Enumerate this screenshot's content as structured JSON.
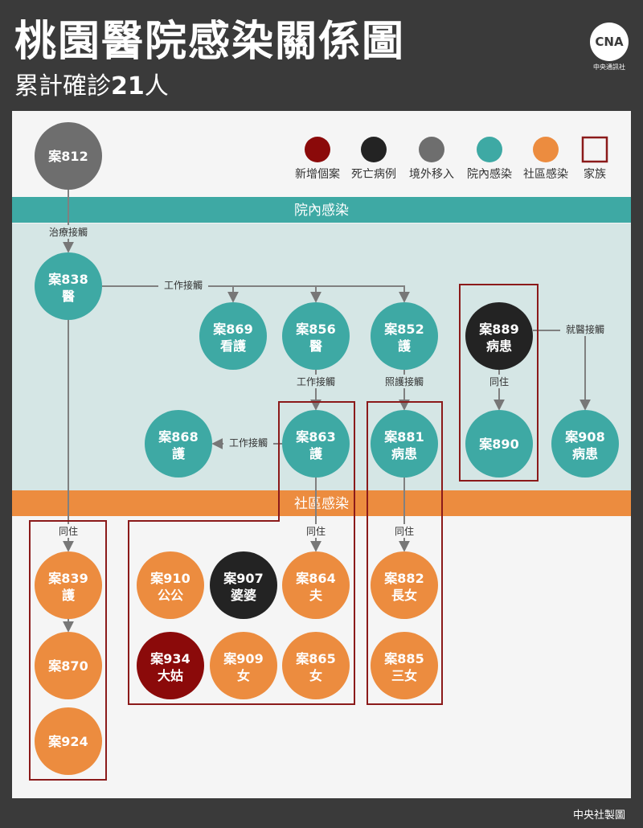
{
  "header": {
    "title": "桃園醫院感染關係圖",
    "subtitle_prefix": "累計確診",
    "subtitle_count": "21",
    "subtitle_suffix": "人"
  },
  "logo": {
    "mark": "CNA",
    "caption": "中央通訊社"
  },
  "footer": {
    "credit": "中央社製圖"
  },
  "colors": {
    "new_case": "#8b0a0a",
    "death": "#232323",
    "imported": "#6e6e6e",
    "hospital": "#3ea9a4",
    "community": "#ec8c3f",
    "family_border": "#8b1a1a",
    "hospital_zone": "#d5e6e5",
    "community_zone": "#f5f5f5"
  },
  "legend": [
    {
      "label": "新增個案",
      "color_key": "new_case",
      "shape": "circle"
    },
    {
      "label": "死亡病例",
      "color_key": "death",
      "shape": "circle"
    },
    {
      "label": "境外移入",
      "color_key": "imported",
      "shape": "circle"
    },
    {
      "label": "院內感染",
      "color_key": "hospital",
      "shape": "circle"
    },
    {
      "label": "社區感染",
      "color_key": "community",
      "shape": "circle"
    },
    {
      "label": "家族",
      "color_key": "family_border",
      "shape": "square"
    }
  ],
  "bands": {
    "hospital": "院內感染",
    "community": "社區感染"
  },
  "nodes": [
    {
      "id": "812",
      "line1": "案812",
      "line2": "",
      "type": "imported"
    },
    {
      "id": "838",
      "line1": "案838",
      "line2": "醫",
      "type": "hospital"
    },
    {
      "id": "869",
      "line1": "案869",
      "line2": "看護",
      "type": "hospital"
    },
    {
      "id": "856",
      "line1": "案856",
      "line2": "醫",
      "type": "hospital"
    },
    {
      "id": "852",
      "line1": "案852",
      "line2": "護",
      "type": "hospital"
    },
    {
      "id": "889",
      "line1": "案889",
      "line2": "病患",
      "type": "death"
    },
    {
      "id": "868",
      "line1": "案868",
      "line2": "護",
      "type": "hospital"
    },
    {
      "id": "863",
      "line1": "案863",
      "line2": "護",
      "type": "hospital"
    },
    {
      "id": "881",
      "line1": "案881",
      "line2": "病患",
      "type": "hospital"
    },
    {
      "id": "890",
      "line1": "案890",
      "line2": "",
      "type": "hospital"
    },
    {
      "id": "908",
      "line1": "案908",
      "line2": "病患",
      "type": "hospital"
    },
    {
      "id": "839",
      "line1": "案839",
      "line2": "護",
      "type": "community"
    },
    {
      "id": "910",
      "line1": "案910",
      "line2": "公公",
      "type": "community"
    },
    {
      "id": "907",
      "line1": "案907",
      "line2": "婆婆",
      "type": "death"
    },
    {
      "id": "864",
      "line1": "案864",
      "line2": "夫",
      "type": "community"
    },
    {
      "id": "882",
      "line1": "案882",
      "line2": "長女",
      "type": "community"
    },
    {
      "id": "870",
      "line1": "案870",
      "line2": "",
      "type": "community"
    },
    {
      "id": "934",
      "line1": "案934",
      "line2": "大姑",
      "type": "new_case"
    },
    {
      "id": "909",
      "line1": "案909",
      "line2": "女",
      "type": "community"
    },
    {
      "id": "865",
      "line1": "案865",
      "line2": "女",
      "type": "community"
    },
    {
      "id": "885",
      "line1": "案885",
      "line2": "三女",
      "type": "community"
    },
    {
      "id": "924",
      "line1": "案924",
      "line2": "",
      "type": "community"
    }
  ],
  "edges": [
    {
      "from": "812",
      "to": "838",
      "label": "治療接觸"
    },
    {
      "from": "838",
      "to": "869",
      "label": "工作接觸"
    },
    {
      "from": "838",
      "to": "856",
      "label": ""
    },
    {
      "from": "838",
      "to": "852",
      "label": ""
    },
    {
      "from": "856",
      "to": "863",
      "label": "工作接觸"
    },
    {
      "from": "852",
      "to": "881",
      "label": "照護接觸"
    },
    {
      "from": "863",
      "to": "868",
      "label": "工作接觸"
    },
    {
      "from": "889",
      "to": "890",
      "label": "同住"
    },
    {
      "from": "889",
      "to": "908",
      "label": "就醫接觸"
    },
    {
      "from": "838",
      "to": "839",
      "label": "同住"
    },
    {
      "from": "839",
      "to": "870",
      "label": ""
    },
    {
      "from": "863",
      "to": "864",
      "label": "同住"
    },
    {
      "from": "881",
      "to": "882",
      "label": "同住"
    }
  ]
}
